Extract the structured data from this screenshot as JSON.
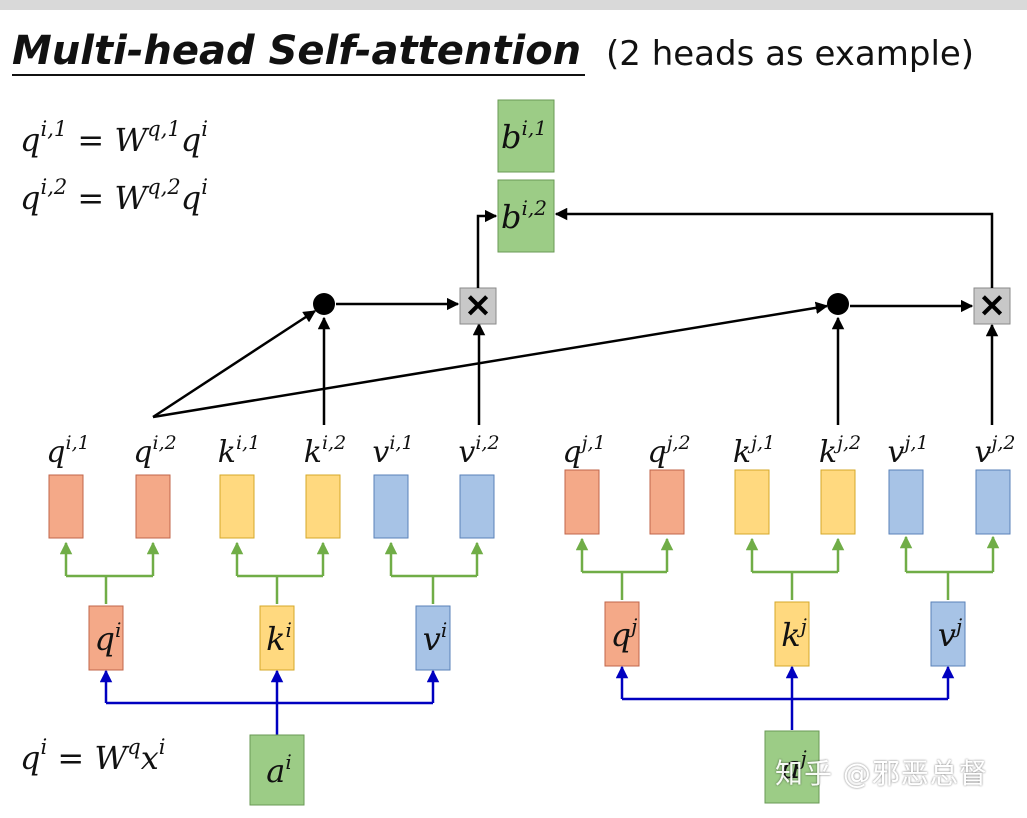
{
  "title": "Multi-head Self-attention",
  "subtitle": "(2 heads as example)",
  "equations": {
    "eq1": {
      "base": "q",
      "sup1": "i,1",
      "mid": " = W",
      "sup2": "q,1",
      "tail": "q",
      "sup3": "i"
    },
    "eq2": {
      "base": "q",
      "sup1": "i,2",
      "mid": " = W",
      "sup2": "q,2",
      "tail": "q",
      "sup3": "i"
    },
    "eq3": {
      "base": "q",
      "sup1": "i",
      "mid": " = W",
      "sup2": "q",
      "tail": "x",
      "sup3": "i"
    }
  },
  "outputs": [
    {
      "base": "b",
      "sup": "i,1"
    },
    {
      "base": "b",
      "sup": "i,2"
    }
  ],
  "heads_i": [
    {
      "base": "q",
      "sup": "i,1"
    },
    {
      "base": "q",
      "sup": "i,2"
    },
    {
      "base": "k",
      "sup": "i,1"
    },
    {
      "base": "k",
      "sup": "i,2"
    },
    {
      "base": "v",
      "sup": "i,1"
    },
    {
      "base": "v",
      "sup": "i,2"
    }
  ],
  "heads_j": [
    {
      "base": "q",
      "sup": "j,1"
    },
    {
      "base": "q",
      "sup": "j,2"
    },
    {
      "base": "k",
      "sup": "j,1"
    },
    {
      "base": "k",
      "sup": "j,2"
    },
    {
      "base": "v",
      "sup": "j,1"
    },
    {
      "base": "v",
      "sup": "j,2"
    }
  ],
  "qkv_i": [
    {
      "base": "q",
      "sup": "i"
    },
    {
      "base": "k",
      "sup": "i"
    },
    {
      "base": "v",
      "sup": "i"
    }
  ],
  "qkv_j": [
    {
      "base": "q",
      "sup": "j"
    },
    {
      "base": "k",
      "sup": "j"
    },
    {
      "base": "v",
      "sup": "j"
    }
  ],
  "inputs": [
    {
      "base": "a",
      "sup": "i"
    },
    {
      "base": "a",
      "sup": "j"
    }
  ],
  "multiply_symbol": "✕",
  "watermark": "知乎 @邪恶总督",
  "colors": {
    "q_fill": "#f4a988",
    "q_stroke": "#c0654a",
    "k_fill": "#ffd97f",
    "k_stroke": "#d4a82a",
    "v_fill": "#a7c3e6",
    "v_stroke": "#5a82b8",
    "b_fill": "#9ccc86",
    "b_stroke": "#6a9a55",
    "green_line": "#70ad47",
    "blue_line": "#0000c0",
    "mul_box": "#c8c8c8"
  }
}
